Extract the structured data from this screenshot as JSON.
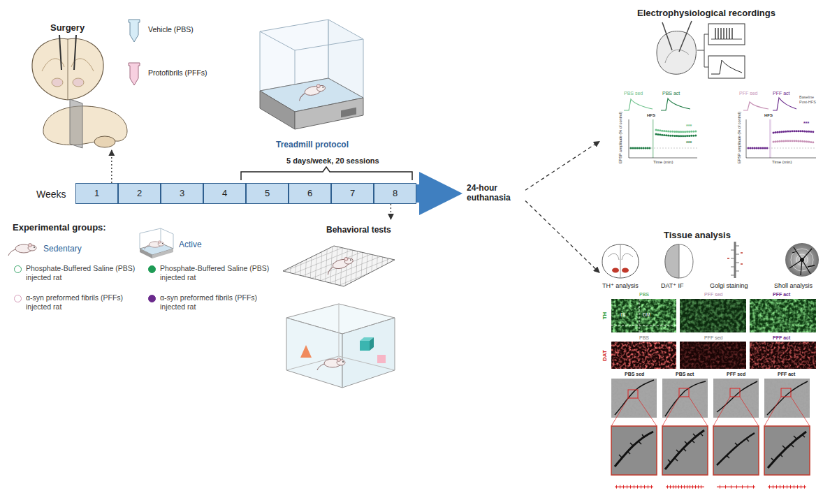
{
  "diagram": {
    "nodes": [
      {
        "text": [
          "Surgery",
          "Vehicle (PBS)",
          "Protofibrils (PFFs)"
        ]
      },
      {
        "text": [
          "Treadmill protocol",
          "5 days/week, 20 sessions"
        ]
      },
      {
        "text": [
          "1"
        ]
      },
      {
        "text": [
          "2"
        ]
      },
      {
        "text": [
          "3"
        ]
      },
      {
        "text": [
          "4"
        ]
      },
      {
        "text": [
          "5"
        ]
      },
      {
        "text": [
          "6"
        ]
      },
      {
        "text": [
          "7"
        ]
      },
      {
        "text": [
          "8"
        ]
      },
      {
        "text": [
          "24-hour euthanasia"
        ]
      },
      {
        "text": [
          "Electrophysiological recordings"
        ]
      },
      {
        "text": [
          "Tissue analysis"
        ]
      },
      {
        "text": [
          "Behavioral tests"
        ]
      }
    ],
    "edges": [
      {
        "from": 2,
        "to": 0,
        "arrow": "to"
      },
      {
        "from": 9,
        "to": 13,
        "arrow": "to"
      },
      {
        "from": 10,
        "to": 11,
        "arrow": "to"
      },
      {
        "from": 10,
        "to": 12,
        "arrow": "to"
      }
    ],
    "labels": [
      "Weeks",
      "Experimental groups:",
      "Sedentary",
      "Active",
      "PBS sed",
      "PBS act",
      "HFS",
      "***",
      "***",
      "Time (min)",
      "EPSP amplitude (% of control)",
      "PFF sed",
      "PFF act",
      "Baseline",
      "Post-HFS",
      "HFS",
      "***",
      "Time (min)",
      "EPSP amplitude (% of control)",
      "TH⁺ analysis",
      "DAT⁺ IF",
      "Golgi staining",
      "Sholl analysis",
      "TH",
      "PBS",
      "PFF sed",
      "PFF act",
      "DL",
      "DM",
      "DAT",
      "PBS",
      "PFF sed",
      "PFF act",
      "PBS sed",
      "PBS act",
      "PFF sed",
      "PFF act"
    ],
    "legend": [
      {
        "text": "Phosphate-Buffered Saline (PBS) injected rat"
      },
      {
        "text": "α-syn preformed fibrils (PFFs) injected rat"
      },
      {
        "text": "Phosphate-Buffered Saline (PBS) injected rat",
        "color": "#1e9b55"
      },
      {
        "text": "α-syn preformed fibrils (PFFs) injected rat",
        "color": "#6a2a8c"
      }
    ]
  }
}
